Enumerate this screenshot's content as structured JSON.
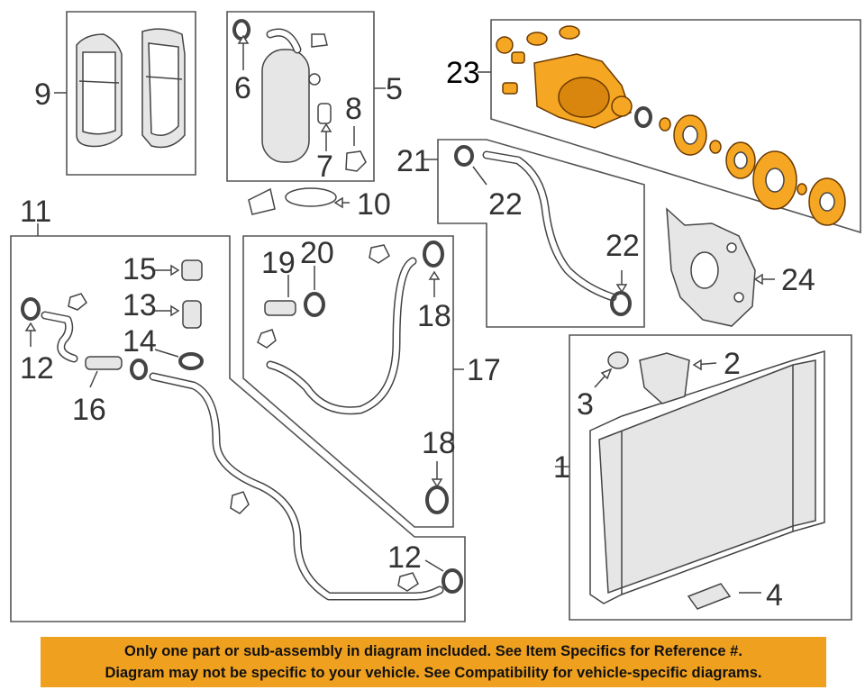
{
  "callouts": {
    "c1": "1",
    "c2": "2",
    "c3": "3",
    "c4": "4",
    "c5": "5",
    "c6": "6",
    "c7": "7",
    "c8": "8",
    "c9": "9",
    "c10": "10",
    "c11": "11",
    "c12a": "12",
    "c12b": "12",
    "c13": "13",
    "c14": "14",
    "c15": "15",
    "c16": "16",
    "c17": "17",
    "c18a": "18",
    "c18b": "18",
    "c19": "19",
    "c20": "20",
    "c21": "21",
    "c22a": "22",
    "c22b": "22",
    "c23": "23",
    "c24": "24"
  },
  "colors": {
    "highlight": "#f5a623",
    "banner": "#f0a01f"
  },
  "banner": {
    "line1": "Only one part or sub-assembly in diagram included. See Item Specifics for Reference #.",
    "line2": "Diagram may not be specific to your vehicle. See Compatibility for vehicle-specific diagrams."
  }
}
